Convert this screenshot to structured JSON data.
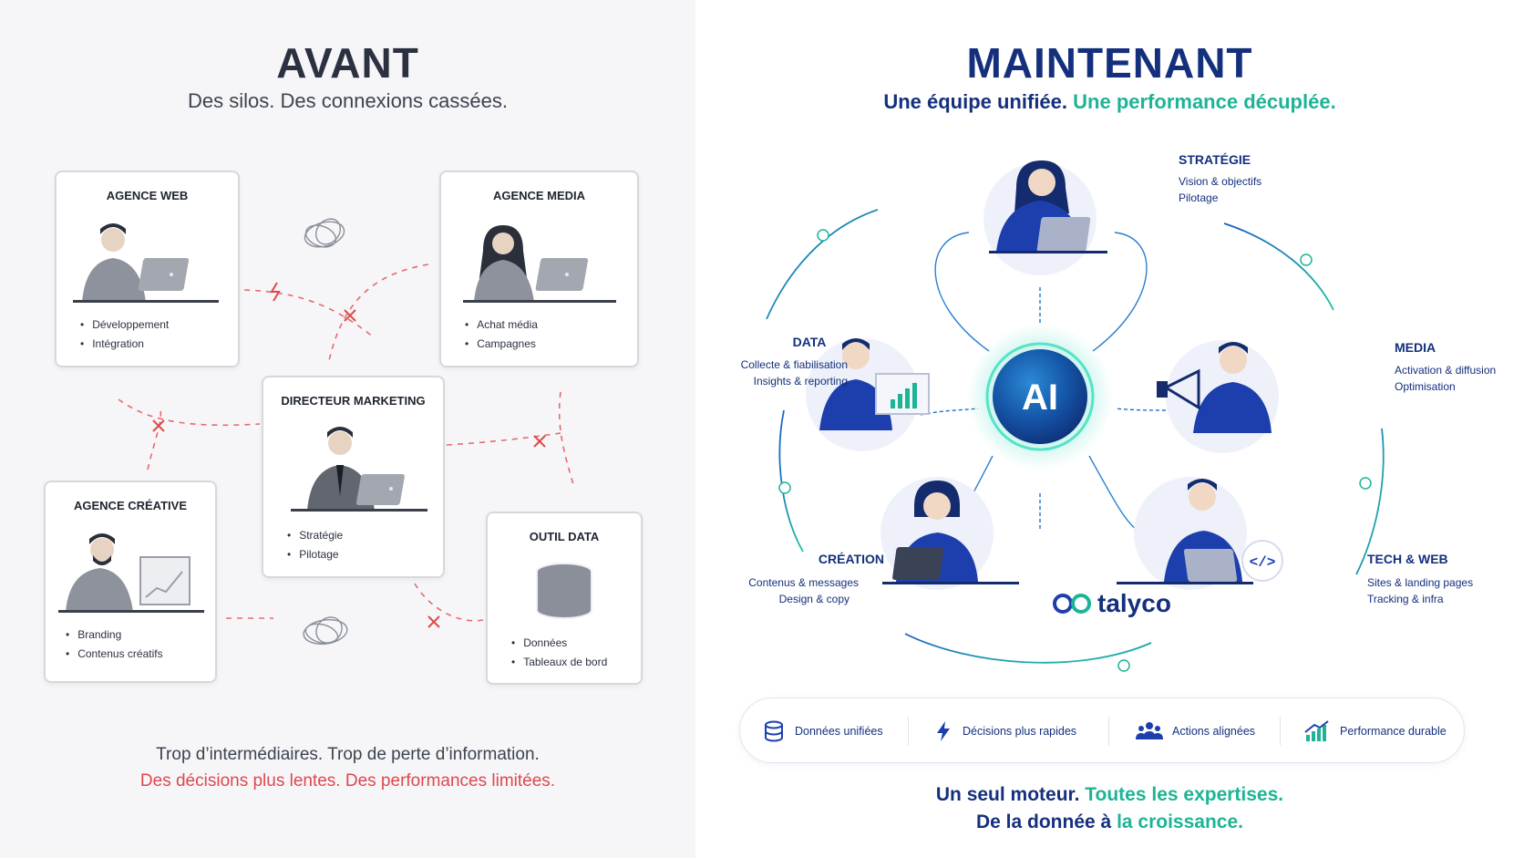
{
  "left": {
    "title": "AVANT",
    "subtitle": "Des silos. Des connexions cassées.",
    "cards": {
      "web": {
        "title": "AGENCE WEB",
        "items": [
          "Développement",
          "Intégration"
        ]
      },
      "media": {
        "title": "AGENCE MEDIA",
        "items": [
          "Achat média",
          "Campagnes"
        ]
      },
      "director": {
        "title": "DIRECTEUR MARKETING",
        "items": [
          "Stratégie",
          "Pilotage"
        ]
      },
      "creative": {
        "title": "AGENCE CRÉATIVE",
        "items": [
          "Branding",
          "Contenus créatifs"
        ]
      },
      "data": {
        "title": "OUTIL DATA",
        "items": [
          "Données",
          "Tableaux de bord"
        ]
      }
    },
    "footer_line1": "Trop d’intermédiaires. Trop de perte d’information.",
    "footer_line2": "Des décisions plus lentes. Des performances limitées."
  },
  "right": {
    "title": "MAINTENANT",
    "subtitle_part1": "Une équipe unifiée.",
    "subtitle_part2": "Une performance décuplée.",
    "hub_label": "AI",
    "brand": "talyco",
    "roles": {
      "strategy": {
        "title": "STRATÉGIE",
        "line1": "Vision & objectifs",
        "line2": "Pilotage"
      },
      "data": {
        "title": "DATA",
        "line1": "Collecte & fiabilisation",
        "line2": "Insights & reporting"
      },
      "media": {
        "title": "MEDIA",
        "line1": "Activation & diffusion",
        "line2": "Optimisation"
      },
      "creation": {
        "title": "CRÉATION",
        "line1": "Contenus & messages",
        "line2": "Design & copy"
      },
      "tech": {
        "title": "TECH & WEB",
        "line1": "Sites & landing pages",
        "line2": "Tracking & infra"
      }
    },
    "legend": [
      {
        "label": "Données unifiées",
        "icon": "database-icon"
      },
      {
        "label": "Décisions plus rapides",
        "icon": "lightning-icon"
      },
      {
        "label": "Actions alignées",
        "icon": "team-icon"
      },
      {
        "label": "Performance durable",
        "icon": "growth-chart-icon"
      }
    ],
    "footer_line1_part1": "Un seul moteur.",
    "footer_line1_part2": "Toutes les expertises.",
    "footer_line2_part1": "De la donnée à",
    "footer_line2_part2": "la croissance."
  },
  "colors": {
    "navy": "#14307d",
    "teal": "#1db495",
    "red": "#e0474c",
    "gray_text": "#3d4350",
    "blue_figure": "#1d3fae"
  }
}
